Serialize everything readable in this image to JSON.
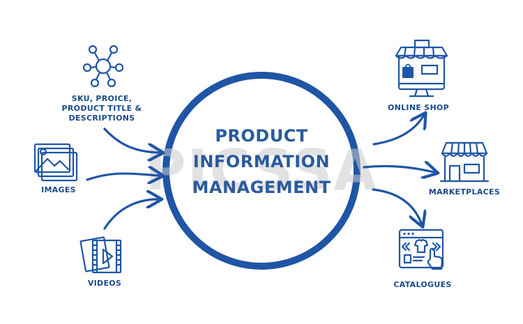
{
  "center": {
    "lines": [
      "PRODUCT",
      "INFORMATION",
      "MANAGEMENT"
    ]
  },
  "watermark": {
    "text": "PICSSA"
  },
  "inputs": {
    "sku": {
      "lines": [
        "SKU, PROICE,",
        "PRODUCT TITLE &",
        "DESCRIPTIONS"
      ],
      "icon": "network-nodes-icon"
    },
    "images": {
      "label": "IMAGES",
      "icon": "image-gallery-icon"
    },
    "videos": {
      "label": "VIDEOS",
      "icon": "video-clips-icon"
    }
  },
  "outputs": {
    "online_shop": {
      "label": "ONLINE SHOP",
      "icon": "online-shop-icon"
    },
    "marketplaces": {
      "label": "MARKETPLACES",
      "icon": "storefront-icon"
    },
    "catalogues": {
      "label": "CATALOGUES",
      "icon": "catalogue-icon"
    }
  },
  "colors": {
    "primary": "#1f55a5",
    "center_text": "#2a5a9e",
    "label_text": "#1a4a8a",
    "watermark": "#cccccc"
  }
}
